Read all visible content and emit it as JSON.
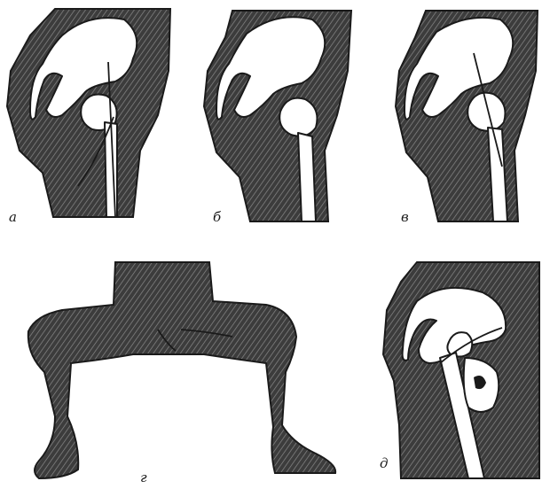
{
  "panels": [
    {
      "key": "a",
      "label": "а"
    },
    {
      "key": "b",
      "label": "б"
    },
    {
      "key": "v",
      "label": "в"
    },
    {
      "key": "g",
      "label": "г"
    },
    {
      "key": "d",
      "label": "д"
    }
  ]
}
